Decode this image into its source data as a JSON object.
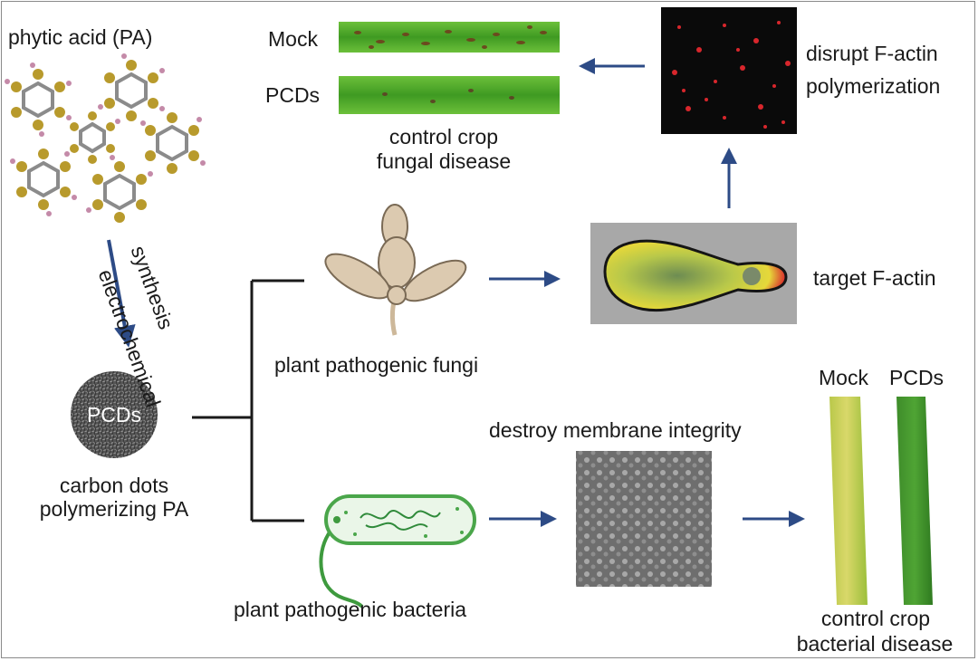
{
  "diagram": {
    "pa_label": "phytic acid (PA)",
    "synthesis_label_1": "electrochemical",
    "synthesis_label_2": "synthesis",
    "pcds_core_label": "PCDs",
    "cd_label_1": "carbon dots",
    "cd_label_2": "polymerizing PA",
    "fungi_label": "plant pathogenic fungi",
    "bacteria_label": "plant pathogenic bacteria",
    "fungal": {
      "mock_label": "Mock",
      "pcds_label": "PCDs",
      "outcome_1": "control crop",
      "outcome_2": "fungal disease",
      "mechanism_1": "disrupt F-actin",
      "mechanism_2": "polymerization",
      "target_label": "target F-actin"
    },
    "bacterial": {
      "mechanism": "destroy membrane integrity",
      "mock_label": "Mock",
      "pcds_label": "PCDs",
      "outcome_1": "control crop",
      "outcome_2": "bacterial disease"
    },
    "colors": {
      "arrow": "#2d4b86",
      "connector": "#1a1a1a",
      "leaf_green": "#5aab2e",
      "actin_red": "#d8262c",
      "pathogen_tan": "#d9c4a8",
      "bacteria_green": "#4aa64a"
    }
  }
}
